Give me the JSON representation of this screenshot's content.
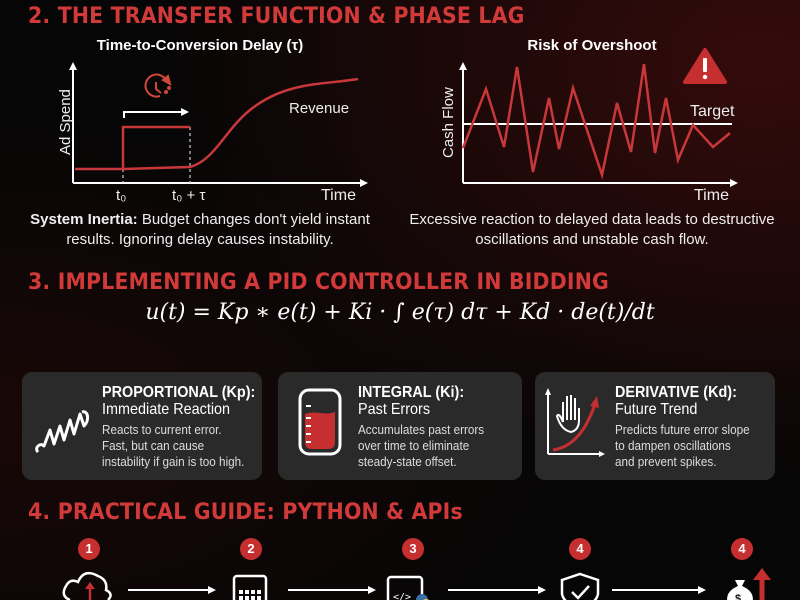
{
  "section2": {
    "title": "2. THE TRANSFER FUNCTION & PHASE LAG",
    "left_chart": {
      "title": "Time-to-Conversion Delay (τ)",
      "ylabel": "Ad Spend",
      "xlabel": "Time",
      "tick_t0": "t₀",
      "tick_t0_tau": "t₀ + τ",
      "curve_label": "Revenue",
      "caption_bold": "System Inertia:",
      "caption": " Budget changes don't yield instant results. Ignoring delay causes instability."
    },
    "right_chart": {
      "title": "Risk of Overshoot",
      "ylabel": "Cash Flow",
      "xlabel": "Time",
      "target_label": "Target",
      "icon": "warning-icon",
      "caption": "Excessive reaction to delayed data leads to destructive oscillations and unstable cash flow."
    }
  },
  "section3": {
    "title": "3. IMPLEMENTING A PID CONTROLLER IN BIDDING",
    "formula": "u(t) = Kp ∗ e(t) + Ki · ∫ e(τ) dτ + Kd · de(t)/dt",
    "cards": [
      {
        "heading": "PROPORTIONAL (Kp):",
        "subtitle": "Immediate Reaction",
        "lines": [
          "Reacts to current error.",
          "Fast, but can cause",
          "instability if gain is too high."
        ],
        "icon": "spring-icon"
      },
      {
        "heading": "INTEGRAL (Ki):",
        "subtitle": "Past Errors",
        "lines": [
          "Accumulates past errors",
          "over time to eliminate",
          "steady-state offset."
        ],
        "icon": "beaker-icon"
      },
      {
        "heading": "DERIVATIVE (Kd):",
        "subtitle": "Future Trend",
        "lines": [
          "Predicts future error slope",
          "to dampen oscillations",
          "and prevent spikes."
        ],
        "icon": "hand-trend-icon"
      }
    ]
  },
  "section4": {
    "title": "4. PRACTICAL GUIDE: PYTHON & APIs",
    "steps": [
      {
        "number": "1",
        "icon": "cloud-upload-icon"
      },
      {
        "number": "2",
        "icon": "calculator-icon"
      },
      {
        "number": "3",
        "icon": "code-python-icon"
      },
      {
        "number": "4",
        "icon": "shield-check-icon"
      },
      {
        "number": "4",
        "icon": "money-bag-up-icon"
      }
    ]
  },
  "colors": {
    "accent": "#d23a3a",
    "background": "#070606",
    "card": "#2b2a2a"
  }
}
